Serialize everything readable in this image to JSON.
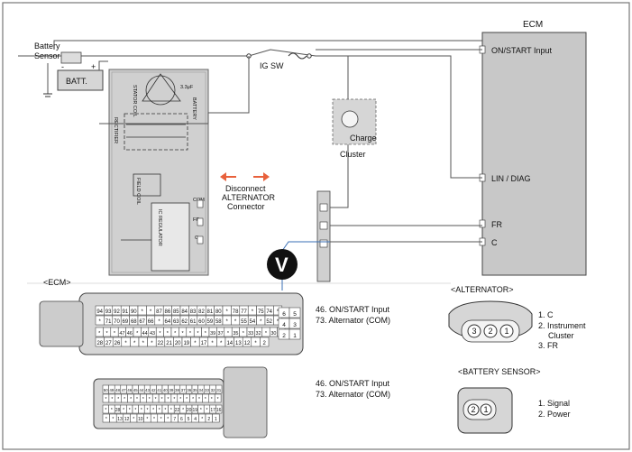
{
  "ecm": {
    "title": "ECM",
    "inputs": [
      "ON/START Input",
      "LIN / DIAG",
      "FR",
      "C"
    ]
  },
  "battery": {
    "sensor_label_line1": "Battery",
    "sensor_label_line2": "Sensor",
    "batt_label": "BATT.",
    "plus": "+",
    "minus": "-"
  },
  "ig_sw": {
    "label": "IG SW"
  },
  "cluster": {
    "charge_label": "Charge",
    "cluster_label": "Cluster"
  },
  "alternator_block": {
    "stator_coil": "STATOR COIL",
    "cap": "3.3μF",
    "battery": "BATTERY",
    "rectifier": "RECTIFIER",
    "field_coil": "FIELD COIL",
    "com": "COM",
    "fr": "FR",
    "c": "C",
    "ic_regulator": "IC REGULATOR"
  },
  "disconnect": {
    "line1": "Disconnect",
    "line2": "ALTERNATOR",
    "line3": "Connector",
    "accent": "#e8613c"
  },
  "voltmeter": {
    "symbol": "V",
    "color": "#111111"
  },
  "wire_accent": "#3a6fb5",
  "connector_ecm": {
    "title": "<ECM>",
    "right_pins": [
      "6",
      "5",
      "4",
      "3",
      "2",
      "1"
    ],
    "row1": [
      "94",
      "93",
      "92",
      "91",
      "90",
      "*",
      "*",
      "87",
      "86",
      "85",
      "84",
      "83",
      "82",
      "81",
      "80",
      "*",
      "78",
      "77",
      "*",
      "75",
      "74",
      "*"
    ],
    "row2": [
      "*",
      "71",
      "70",
      "69",
      "68",
      "67",
      "66",
      "*",
      "64",
      "63",
      "62",
      "61",
      "60",
      "59",
      "58",
      "*",
      "*",
      "55",
      "54",
      "*",
      "52",
      "*"
    ],
    "row3": [
      "*",
      "*",
      "*",
      "47",
      "46",
      "*",
      "44",
      "43",
      "*",
      "*",
      "*",
      "*",
      "*",
      "*",
      "*",
      "39",
      "37",
      "*",
      "35",
      "*",
      "33",
      "32",
      "*",
      "30",
      "*"
    ],
    "row4": [
      "28",
      "27",
      "26",
      "*",
      "*",
      "*",
      "*",
      "22",
      "21",
      "20",
      "19",
      "*",
      "17",
      "*",
      "*",
      "14",
      "13",
      "12",
      "*",
      "2"
    ],
    "notes": [
      "46. ON/START Input",
      "73. Alternator (COM)"
    ]
  },
  "connector_ecm2": {
    "row1": [
      "50",
      "49",
      "48",
      "47",
      "46",
      "45",
      "44",
      "43",
      "42",
      "41",
      "40",
      "39",
      "38",
      "37",
      "36",
      "35",
      "34",
      "33",
      "32",
      "31"
    ],
    "row2": [
      "*",
      "*",
      "*",
      "*",
      "*",
      "*",
      "*",
      "*",
      "*",
      "*",
      "*",
      "*",
      "*",
      "*",
      "*",
      "*",
      "*",
      "*",
      "*"
    ],
    "row3": [
      "*",
      "*",
      "28",
      "*",
      "*",
      "*",
      "*",
      "*",
      "*",
      "*",
      "*",
      "*",
      "22",
      "*",
      "20",
      "19",
      "*",
      "*",
      "17",
      "16"
    ],
    "row4": [
      "*",
      "*",
      "13",
      "12",
      "*",
      "10",
      "*",
      "*",
      "*",
      "*",
      "7",
      "6",
      "5",
      "4",
      "*",
      "2",
      "1"
    ],
    "notes": [
      "46. ON/START Input",
      "73. Alternator (COM)"
    ]
  },
  "alternator_connector": {
    "title": "<ALTERNATOR>",
    "pins": [
      "3",
      "2",
      "1"
    ],
    "legend": [
      "1. C",
      "2. Instrument",
      "Cluster",
      "3. FR"
    ]
  },
  "battery_sensor_connector": {
    "title": "<BATTERY SENSOR>",
    "pins": [
      "2",
      "1"
    ],
    "legend": [
      "1. Signal",
      "2. Power"
    ]
  }
}
